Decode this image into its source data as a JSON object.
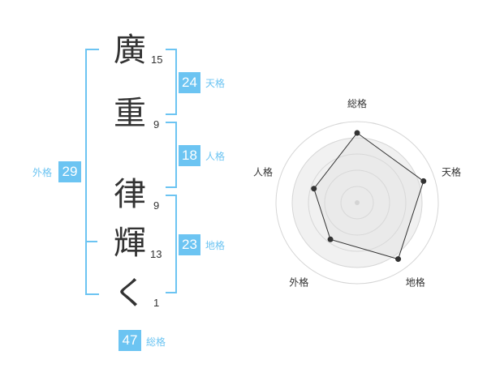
{
  "name": {
    "chars": [
      {
        "char": "廣",
        "strokes": "15"
      },
      {
        "char": "重",
        "strokes": "9"
      },
      {
        "char": "律",
        "strokes": "9"
      },
      {
        "char": "輝",
        "strokes": "13"
      },
      {
        "char": "く",
        "strokes": "1"
      }
    ]
  },
  "fortune": {
    "tenkaku": {
      "value": "24",
      "label": "天格"
    },
    "jinkaku": {
      "value": "18",
      "label": "人格"
    },
    "chikaku": {
      "value": "23",
      "label": "地格"
    },
    "gaikaku": {
      "value": "29",
      "label": "外格"
    },
    "soukaku": {
      "value": "47",
      "label": "総格"
    }
  },
  "colors": {
    "accent": "#6cc4f2",
    "text": "#333333"
  },
  "chart_data": {
    "type": "radar",
    "axes": [
      "総格",
      "天格",
      "地格",
      "外格",
      "人格"
    ],
    "values": [
      4.3,
      4.3,
      4.3,
      2.8,
      2.8
    ],
    "max": 5,
    "grid": true
  }
}
